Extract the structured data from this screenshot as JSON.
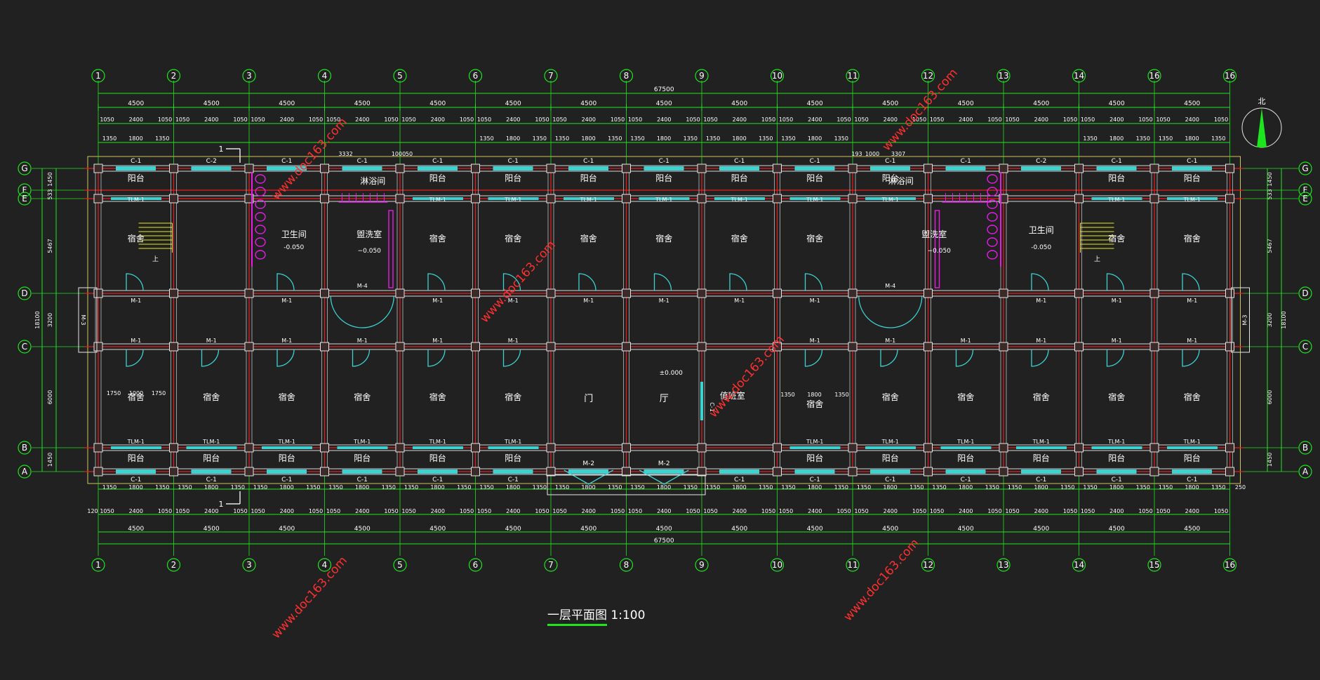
{
  "drawing": {
    "title": "一层平面图",
    "scale": "1:100",
    "watermark": "www.doc163.com",
    "north_label": "北"
  },
  "axes": {
    "columns": [
      "1",
      "2",
      "3",
      "4",
      "5",
      "6",
      "7",
      "8",
      "9",
      "10",
      "11",
      "12",
      "13",
      "14",
      "16",
      "16"
    ],
    "columns_bottom": [
      "1",
      "2",
      "3",
      "4",
      "5",
      "6",
      "7",
      "8",
      "9",
      "10",
      "11",
      "12",
      "13",
      "14",
      "15",
      "16"
    ],
    "rows": [
      "G",
      "F",
      "E",
      "D",
      "C",
      "B",
      "A"
    ]
  },
  "dimensions": {
    "total": "67500",
    "bay": "4500",
    "window_split": [
      "1050",
      "2400",
      "1050"
    ],
    "top_detail": [
      "1350",
      "1800",
      "1350"
    ],
    "left": [
      "1450",
      "533",
      "5467",
      "3200",
      "18100",
      "6000",
      "1450"
    ],
    "right": [
      "1450",
      "533",
      "5467",
      "3200",
      "18100",
      "6000",
      "1450"
    ],
    "special_top": [
      "3332",
      "1000",
      "50",
      "193",
      "1000",
      "3307"
    ],
    "bottom_120": "120",
    "bottom_250": "250"
  },
  "rooms": {
    "balcony": "阳台",
    "dorm": "宿舍",
    "toilet": "卫生间",
    "shower": "淋浴间",
    "wash": "盥洗室",
    "hall_left": "门",
    "hall_right": "厅",
    "duty": "值班室",
    "hall_level": "±0.000",
    "wet_level": "-0.050",
    "wet_level2": "−0.050"
  },
  "tags": {
    "window_c1": "C-1",
    "window_c2": "C-2",
    "door_m1": "M-1",
    "door_m2": "M-2",
    "door_m3": "M-3",
    "door_m4": "M-4",
    "tlm": "TLM-1",
    "stair_up": "上",
    "section": "1",
    "dorm_dims": [
      "1750",
      "1000",
      "1750"
    ]
  },
  "colors": {
    "background": "#212121",
    "axis_green": "#1ee61e",
    "axis_red": "#e61e1e",
    "window_cyan": "#3cd2d2",
    "fixture_magenta": "#e61ee6",
    "stair_yellow": "#e6e61e",
    "watermark_red": "#ff3030"
  }
}
